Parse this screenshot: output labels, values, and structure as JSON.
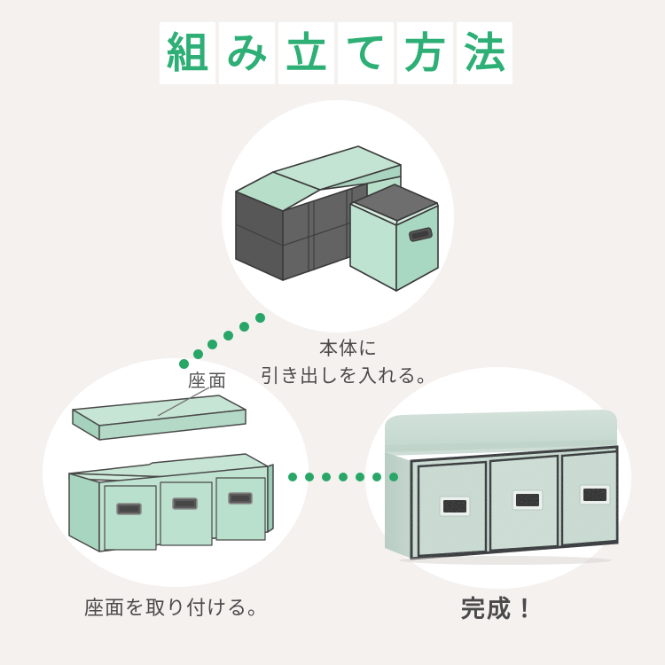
{
  "page": {
    "background_color": "#f5f1ef",
    "accent_color": "#27a668",
    "text_color": "#4a4a4a",
    "mint_color": "#a9dcc4",
    "gray_color": "#5c5c5c"
  },
  "title": {
    "full_text": "組み立て方法",
    "chars": [
      "組",
      "み",
      "立",
      "て",
      "方",
      "法"
    ],
    "color": "#2daf76",
    "tile_background": "#ffffff"
  },
  "steps": [
    {
      "id": "step-insert-drawer",
      "caption_line1": "本体に",
      "caption_line2": "引き出しを入れる。",
      "illustration": "bench-frame-with-drawer-pulled-out"
    },
    {
      "id": "step-attach-seat",
      "caption": "座面を取り付ける。",
      "part_label": "座面",
      "illustration": "seat-panel-above-three-drawer-bench"
    },
    {
      "id": "step-complete",
      "caption": "完成！",
      "illustration": "finished-storage-bench-photo"
    }
  ],
  "product": {
    "drawer_count": 3,
    "handle_style": "recessed-black-handle-with-white-plate",
    "fabric_color": "#c8dcd1"
  }
}
